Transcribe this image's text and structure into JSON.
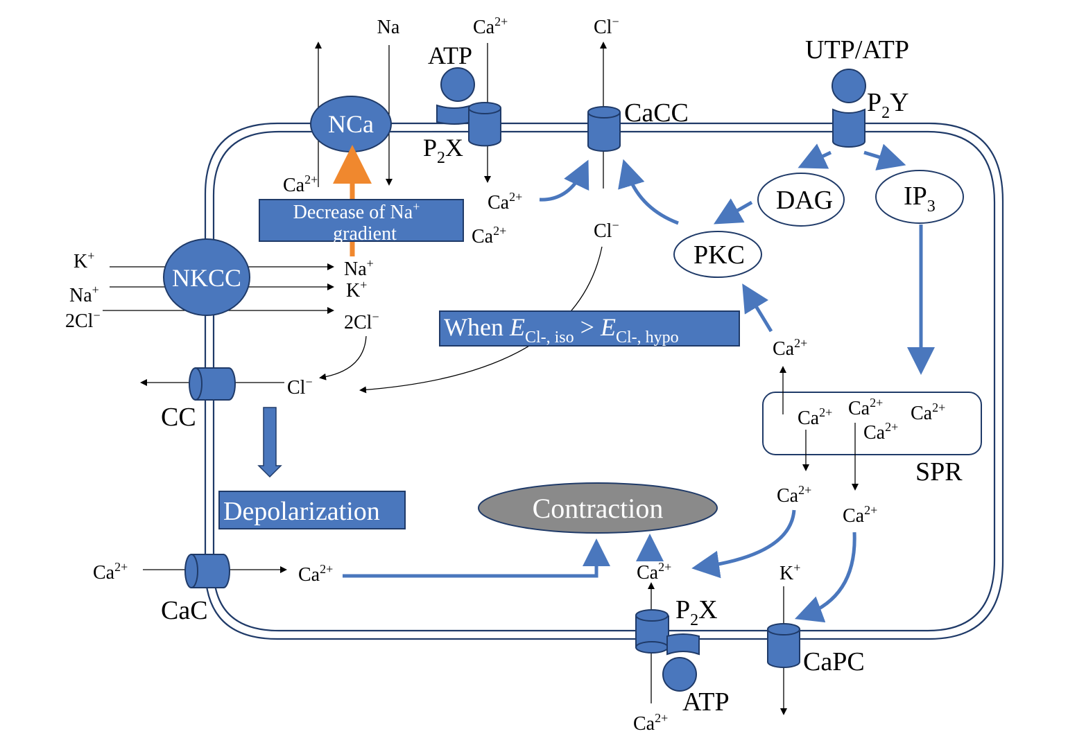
{
  "diagram": {
    "colors": {
      "protein_fill": "#4a77bd",
      "protein_stroke": "#1f3a68",
      "membrane": "#1f3a68",
      "signal_arrow": "#4a77bd",
      "sodium_gradient_arrow": "#f0882e",
      "contraction_fill": "#8a8a8a",
      "text": "#000000",
      "box_text": "#ffffff"
    },
    "proteins": {
      "nca": "NCa",
      "nkcc": "NKCC",
      "p2x_top": {
        "base": "P",
        "sub": "2",
        "tail": "X"
      },
      "p2x_bottom": {
        "base": "P",
        "sub": "2",
        "tail": "X"
      },
      "cacc": "CaCC",
      "p2y": {
        "base": "P",
        "sub": "2",
        "tail": "Y"
      },
      "cc": "CC",
      "cac": "CaC",
      "capc": "CaPC"
    },
    "ligands": {
      "atp_top": "ATP",
      "utp_atp": "UTP/ATP",
      "atp_bottom": "ATP"
    },
    "messengers": {
      "dag": "DAG",
      "ip3": {
        "base": "IP",
        "sub": "3"
      },
      "pkc": "PKC",
      "spr": "SPR"
    },
    "boxes": {
      "na_gradient": {
        "line1": "Decrease of Na",
        "line1_sup": "+",
        "line2": "gradient"
      },
      "condition": {
        "prefix": "When ",
        "E1": "E",
        "sub1": "Cl-, iso",
        "op": " > ",
        "E2": "E",
        "sub2": "Cl-, hypo"
      },
      "depolarization": "Depolarization",
      "contraction": "Contraction"
    },
    "ions": {
      "na_top": "Na",
      "ca_top": {
        "base": "Ca",
        "sup": "2+"
      },
      "cl_top": {
        "base": "Cl",
        "sup": "−"
      },
      "ca_nca_in": {
        "base": "Ca",
        "sup": "2+"
      },
      "ca_p2x_in": {
        "base": "Ca",
        "sup": "2+"
      },
      "ca_p2x_in2": {
        "base": "Ca",
        "sup": "2+"
      },
      "cl_cacc_in": {
        "base": "Cl",
        "sup": "−"
      },
      "k_out": {
        "base": "K",
        "sup": "+"
      },
      "na_out": {
        "base": "Na",
        "sup": "+"
      },
      "cl2_out": {
        "base": "2Cl",
        "sup": "−"
      },
      "na_in": {
        "base": "Na",
        "sup": "+"
      },
      "k_in": {
        "base": "K",
        "sup": "+"
      },
      "cl2_in": {
        "base": "2Cl",
        "sup": "−"
      },
      "cl_cc": {
        "base": "Cl",
        "sup": "−"
      },
      "ca_cac_out": {
        "base": "Ca",
        "sup": "2+"
      },
      "ca_cac_in": {
        "base": "Ca",
        "sup": "2+"
      },
      "ca_pkc": {
        "base": "Ca",
        "sup": "2+"
      },
      "ca_spr1": {
        "base": "Ca",
        "sup": "2+"
      },
      "ca_spr2": {
        "base": "Ca",
        "sup": "2+"
      },
      "ca_spr3": {
        "base": "Ca",
        "sup": "2+"
      },
      "ca_spr4": {
        "base": "Ca",
        "sup": "2+"
      },
      "ca_release1": {
        "base": "Ca",
        "sup": "2+"
      },
      "ca_release2": {
        "base": "Ca",
        "sup": "2+"
      },
      "ca_p2x_bottom_in": {
        "base": "Ca",
        "sup": "2+"
      },
      "ca_p2x_bottom_out": {
        "base": "Ca",
        "sup": "2+"
      },
      "k_capc": {
        "base": "K",
        "sup": "+"
      }
    }
  }
}
